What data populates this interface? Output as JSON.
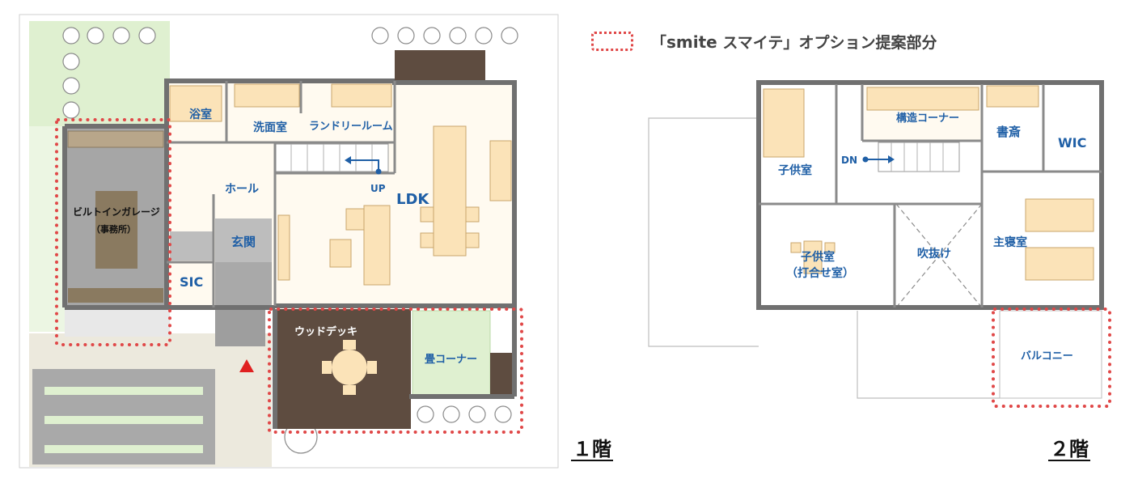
{
  "legend": {
    "open": "「",
    "brand": "smite",
    "brand_kana": " スマイテ",
    "close": "」",
    "text": "オプション提案部分",
    "dot_color": "#e04848"
  },
  "floors": {
    "floor1": "１階",
    "floor2": "２階"
  },
  "rooms1": {
    "bath": "浴室",
    "wash": "洗面室",
    "laundry": "ランドリールーム",
    "hall": "ホール",
    "up": "UP",
    "ldk": "LDK",
    "garage": "ビルトインガレージ",
    "garage_sub": "（事務所）",
    "entrance": "玄関",
    "sic": "SIC",
    "deck": "ウッドデッキ",
    "tatami": "畳コーナー"
  },
  "rooms2": {
    "kids1": "子供室",
    "dn": "DN",
    "structure": "構造コーナー",
    "study": "書斎",
    "wic": "WIC",
    "kids2": "子供室",
    "kids2_sub": "（打合せ室）",
    "void": "吹抜け",
    "master": "主寝室",
    "balcony": "バルコニー"
  },
  "colors": {
    "wall": "#707070",
    "floor": "#fffaf0",
    "furniture": "#fbe3b8",
    "lawn": "#dff0d0",
    "garage": "#a6a6a6",
    "deck": "#5e4c40",
    "label": "#1f5fa6",
    "marker": "#e02020"
  }
}
